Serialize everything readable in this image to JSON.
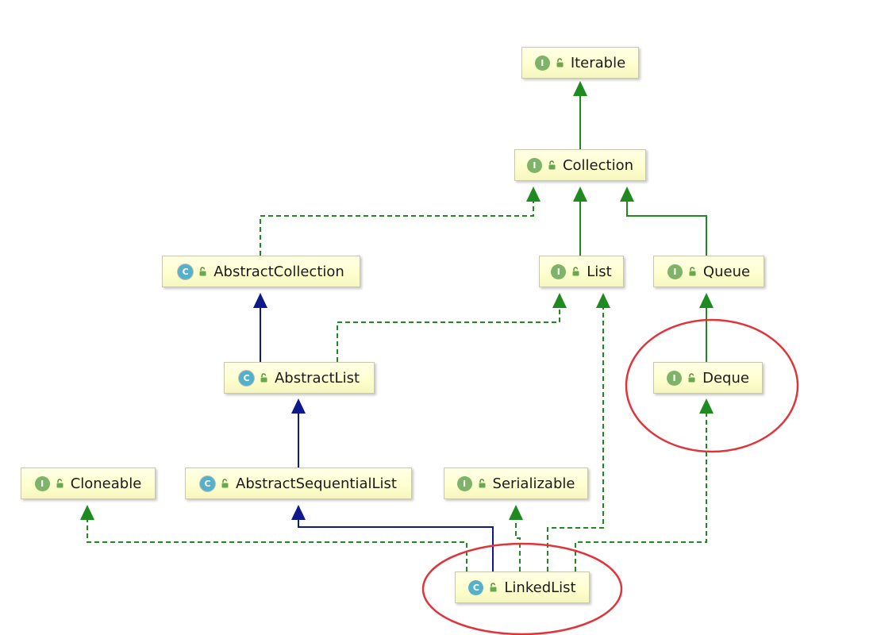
{
  "colors": {
    "interface_edge": "#1f8a1f",
    "class_edge": "#0e1a8c",
    "highlight": "#e0343a",
    "node_fill": "#ffffd9",
    "node_border": "#c9c9a8"
  },
  "nodes": {
    "iterable": {
      "label": "Iterable",
      "kind": "interface",
      "badge": "I"
    },
    "collection": {
      "label": "Collection",
      "kind": "interface",
      "badge": "I"
    },
    "abstract_collection": {
      "label": "AbstractCollection",
      "kind": "abstract-class",
      "badge": "C"
    },
    "list": {
      "label": "List",
      "kind": "interface",
      "badge": "I"
    },
    "queue": {
      "label": "Queue",
      "kind": "interface",
      "badge": "I"
    },
    "abstract_list": {
      "label": "AbstractList",
      "kind": "abstract-class",
      "badge": "C"
    },
    "deque": {
      "label": "Deque",
      "kind": "interface",
      "badge": "I"
    },
    "cloneable": {
      "label": "Cloneable",
      "kind": "interface",
      "badge": "I"
    },
    "abstract_sequential_list": {
      "label": "AbstractSequentialList",
      "kind": "abstract-class",
      "badge": "C"
    },
    "serializable": {
      "label": "Serializable",
      "kind": "interface",
      "badge": "I"
    },
    "linked_list": {
      "label": "LinkedList",
      "kind": "class",
      "badge": "C"
    }
  },
  "edges": [
    {
      "from": "collection",
      "to": "iterable",
      "type": "extends-interface"
    },
    {
      "from": "abstract_collection",
      "to": "collection",
      "type": "implements"
    },
    {
      "from": "list",
      "to": "collection",
      "type": "extends-interface"
    },
    {
      "from": "queue",
      "to": "collection",
      "type": "extends-interface"
    },
    {
      "from": "abstract_list",
      "to": "abstract_collection",
      "type": "extends-class"
    },
    {
      "from": "abstract_list",
      "to": "list",
      "type": "implements"
    },
    {
      "from": "deque",
      "to": "queue",
      "type": "extends-interface"
    },
    {
      "from": "abstract_sequential_list",
      "to": "abstract_list",
      "type": "extends-class"
    },
    {
      "from": "linked_list",
      "to": "cloneable",
      "type": "implements"
    },
    {
      "from": "linked_list",
      "to": "abstract_sequential_list",
      "type": "extends-class"
    },
    {
      "from": "linked_list",
      "to": "serializable",
      "type": "implements"
    },
    {
      "from": "linked_list",
      "to": "list",
      "type": "implements"
    },
    {
      "from": "linked_list",
      "to": "deque",
      "type": "implements"
    }
  ],
  "highlights": [
    "deque",
    "linked_list"
  ],
  "icons": {
    "interface_badge": "interface-icon",
    "class_badge": "class-icon",
    "visibility": "unlock-icon"
  }
}
